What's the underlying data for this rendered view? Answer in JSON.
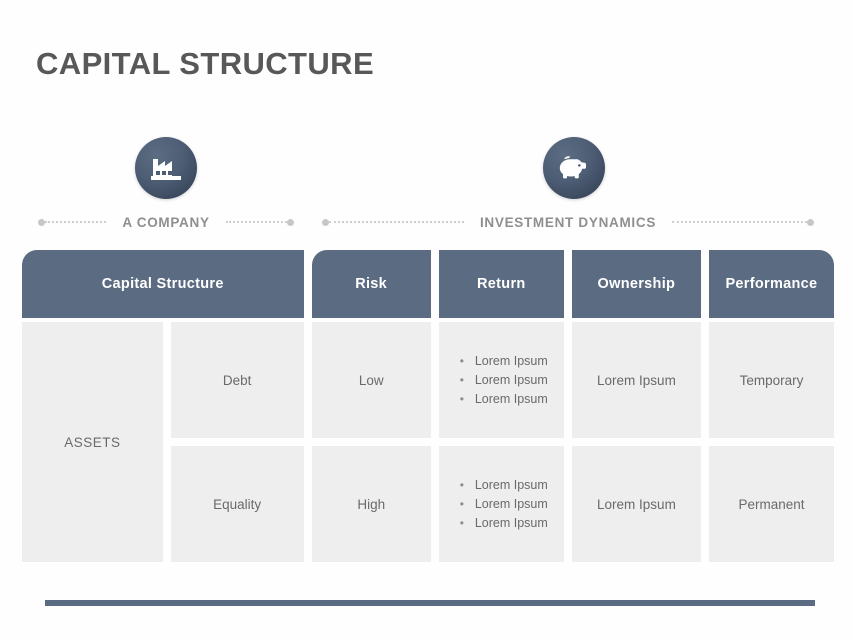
{
  "page_title": "CAPITAL STRUCTURE",
  "accent_color": "#5b6b82",
  "cell_bg_color": "#eeeeee",
  "sections": [
    {
      "label": "A COMPANY",
      "icon": "factory-icon"
    },
    {
      "label": "INVESTMENT DYNAMICS",
      "icon": "piggy-bank-icon"
    }
  ],
  "table": {
    "headers": {
      "capital_structure": "Capital Structure",
      "risk": "Risk",
      "return": "Return",
      "ownership": "Ownership",
      "performance": "Performance"
    },
    "group_label": "ASSETS",
    "rows": [
      {
        "type": "Debt",
        "risk": "Low",
        "return_bullets": [
          "Lorem Ipsum",
          "Lorem Ipsum",
          "Lorem Ipsum"
        ],
        "ownership": "Lorem Ipsum",
        "performance": "Temporary"
      },
      {
        "type": "Equality",
        "risk": "High",
        "return_bullets": [
          "Lorem Ipsum",
          "Lorem Ipsum",
          "Lorem Ipsum"
        ],
        "ownership": "Lorem Ipsum",
        "performance": "Permanent"
      }
    ]
  },
  "bullet_glyph": "•"
}
